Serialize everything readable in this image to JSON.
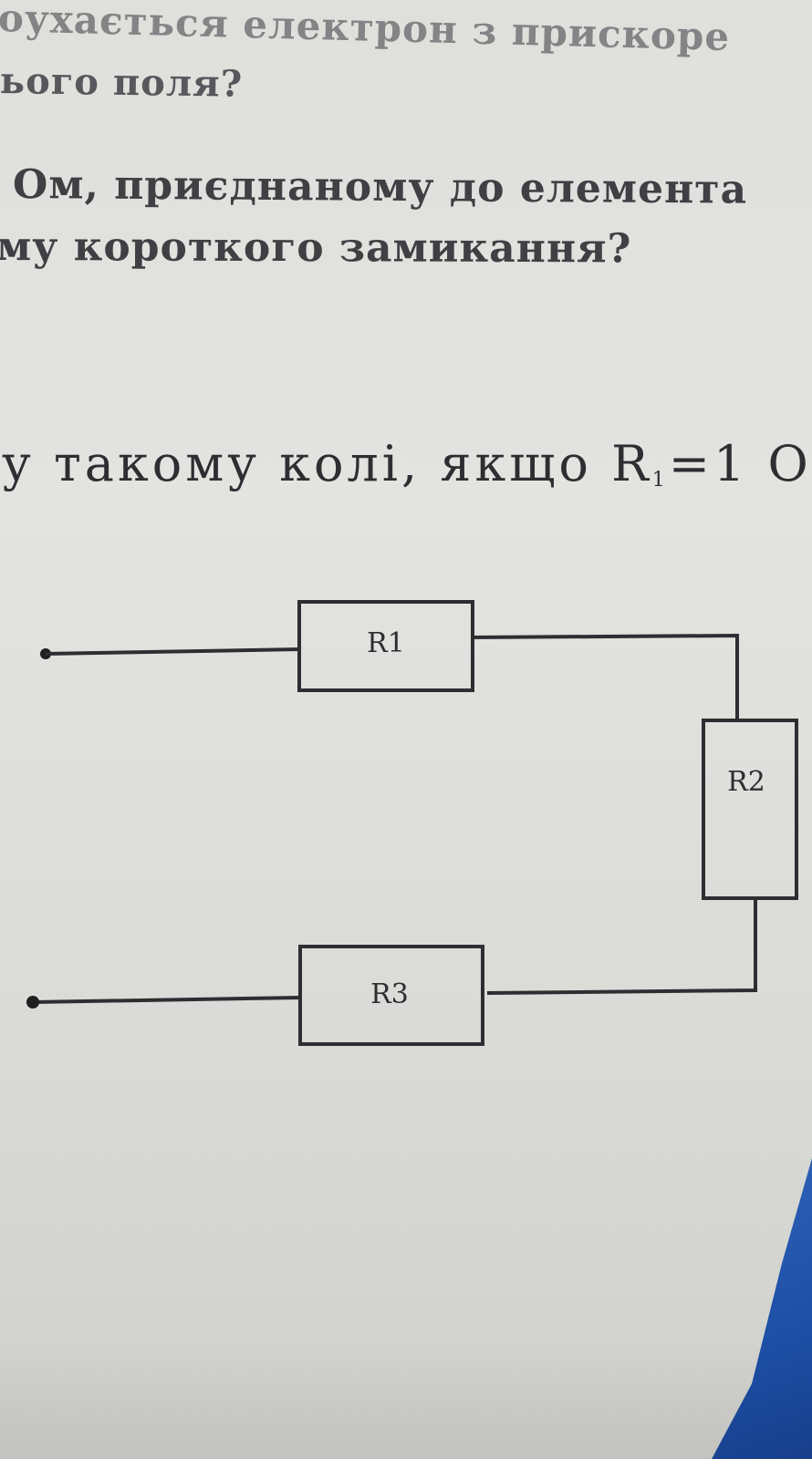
{
  "page_text": {
    "line1": "оухається електрон з прискоре",
    "line2": "ього поля?",
    "line3": "Ом, приєднаному до елемента",
    "line4": "му короткого замикання?",
    "line5_before_sub": "у такому колі, якщо R",
    "line5_sub": "1",
    "line5_after_sub": "=1 О"
  },
  "circuit": {
    "resistors": [
      {
        "label": "R1"
      },
      {
        "label": "R2"
      },
      {
        "label": "R3"
      }
    ]
  },
  "colors": {
    "paper": "#e0e0dd",
    "ink": "#2e2e32",
    "blue_object": "#2a5db3"
  }
}
